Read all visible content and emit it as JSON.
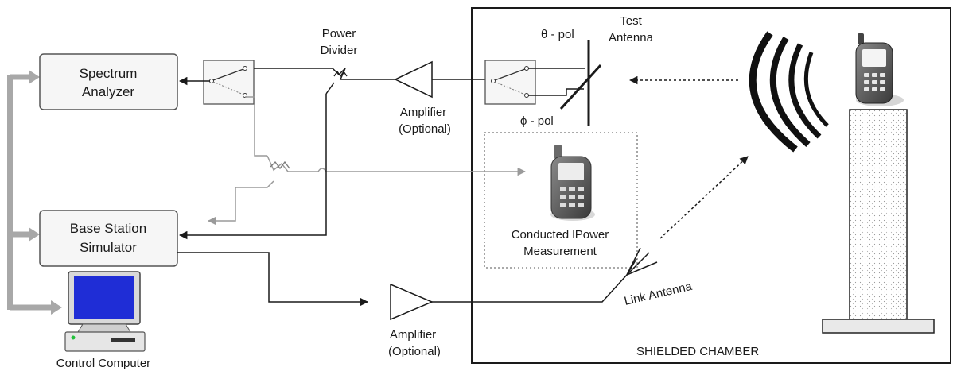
{
  "blocks": {
    "spectrum_analyzer": [
      "Spectrum",
      "Analyzer"
    ],
    "base_station_simulator": [
      "Base Station",
      "Simulator"
    ],
    "control_computer": "Control Computer"
  },
  "labels": {
    "power_divider": [
      "Power",
      "Divider"
    ],
    "amplifier_top": [
      "Amplifier",
      "(Optional)"
    ],
    "amplifier_bottom": [
      "Amplifier",
      "(Optional)"
    ],
    "test_antenna": [
      "Test",
      "Antenna"
    ],
    "theta_pol": "θ - pol",
    "phi_pol": "ϕ - pol",
    "conducted_power": [
      "Conducted lPower",
      "Measurement"
    ],
    "link_antenna": "Link Antenna",
    "shielded_chamber": "SHIELDED CHAMBER"
  },
  "colors": {
    "line": "#1a1a1a",
    "gray_line": "#9a9a9a",
    "bus": "#a8a8a8",
    "box_fill": "#f6f6f6"
  }
}
